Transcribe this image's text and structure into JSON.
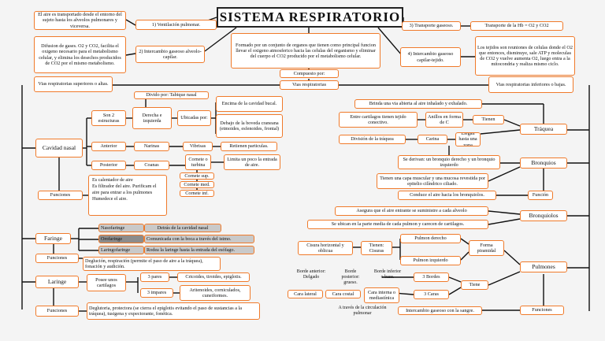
{
  "title": "SISTEMA RESPIRATORIO",
  "top": {
    "transport_text": "El aire es transportado desde el entorno del sujeto hasta los alveolos pulmonares y viceversa.",
    "ventilacion": "1) Ventilación pulmonar.",
    "difusion_text": "Difusion de gases. O2 y CO2, facilita el oxigeno necesario para el metabolismo celular, y elimina los desechos producidos de CO2 por el mismo metabolismo.",
    "intercambio_alveolo": "2) Intercambio gaseoso alveolo- capilar.",
    "formado_text": "Formado por un conjunto de organos que tienen como principal funcion llevar el oxigeno atmosferico hacia las celulas del organismo y eliminar del cuerpo el CO2 producido por el metabolismo celular.",
    "compuesto": "Compuesto por:",
    "transporte_gaseoso": "3) Transporte gaseoso.",
    "hb_text": "Transporte de la Hb = O2 y CO2",
    "intercambio_tejido": "4) Intercambio gaseoso capilar-tejido.",
    "tejidos_text": "Los tejidos son reuniones de celulas donde el O2 que entonces, disminuye, sale ATP y moleculas de CO2 y vuelve aumenta O2, luego entra a la mitocondria y realiza mismo ciclo.",
    "vias_sup": "Vias respiratorias superiores o altas.",
    "vias": "Vias respiratorias",
    "vias_inf": "Vias respiratorias inferiores o bajas."
  },
  "nasal": {
    "dividido": "Divido por: Tabique nasal",
    "cavidad": "Cavidad nasal",
    "son2": "Son 2 estructuras",
    "derecha": "Derecha e izquierda",
    "ubicadas": "Ubicadas por:",
    "encima": "Encima de la cavidad bucal.",
    "debajo": "Debajo de la boveda craneana (etmoides, esfenoides, frontal)",
    "anterior": "Anterior",
    "narinas": "Narinas",
    "vibrisas": "Vibrisas",
    "retienen": "Retienen particulas.",
    "posterior": "Posterior",
    "coanas": "Coanas",
    "cornete_box": "Cornete o turbina",
    "limita": "Limita un poco la entrada de aire.",
    "cornete_sup": "Cornete sup.",
    "cornete_med": "Cornete med.",
    "cornete_inf": "Cornete inf.",
    "funciones": "Funciones",
    "func_items": [
      "Es calentador de aire",
      "Es filtrador del aire. Purificam el aire para entrar a los pulmones",
      "Humedece el aire."
    ]
  },
  "faringe": {
    "label": "Faringe",
    "naso": "Nasofaringe",
    "naso_desc": "Detrás de la cavidad nasal",
    "oro": "Orofaringe",
    "oro_desc": "Comunicada con la boca a través del istmo.",
    "laringo": "Laringofaringe",
    "laringo_desc": "Rodea la laringe hasta la entrada del esófago.",
    "funciones": "Funciones",
    "func_desc": "Deglución, respiración (permite el paso de aire a la tráquea), fonación y audición."
  },
  "laringe": {
    "label": "Laringe",
    "posee": "Posee unos cartilagos",
    "pares3": "3 pares",
    "pares_desc": "Cricoides, tiroides, epiglotis.",
    "impares3": "3 impares",
    "impares_desc": "Aritenoides, corniculados, cuneiformes.",
    "funciones": "Funciones",
    "func_desc": "Deglutoria, protectora (se cierra el epiglotis evitando el paso de sustancias a la tráquea), tusigena y expectorante, fonética."
  },
  "traquea": {
    "brinda": "Brinda una via abierta al aire inhalado y exhalado.",
    "cartilagos": "Entre cartilagos tienen tejido conectivo.",
    "anillos": "Anillos en forma de C",
    "tienen": "Tienen",
    "label": "Tráquea",
    "division": "División de la tráquea",
    "carina": "Carina",
    "llegan": "Llegan hasta una zona",
    "derivan": "Se derivan: un bronquio derecho y un bronquio izquierdo",
    "bronquios": "Bronquios",
    "capa": "Tienen una capa muscular y una mucosa revestida por epitelio cilíndrico ciliado.",
    "conduce": "Conduce el aire hacia los bronquiolos.",
    "funcion": "Función"
  },
  "bronquiolos": {
    "asegura": "Asegura que el aire entrante se suministre a cada alveolo",
    "label": "Bronquiolos",
    "ubican": "Se ubican en la parte media de cada pulmon y carecen de cartilagos."
  },
  "pulmones": {
    "cisura": "Cisura horizontal y oblicua",
    "tienen_cisuras": "Tienen: Cisuras",
    "derecho": "Pulmon derecho",
    "izquierdo": "Pulmon izquierdo",
    "forma": "Forma piramidal",
    "label": "Pulmones",
    "borde_ant": "Borde anterior: Delgado",
    "borde_post": "Borde posterior: grueso.",
    "borde_inf": "Borde inferior o base.",
    "bordes3": "3 Bordes",
    "tiene": "Tiene",
    "cara_lateral": "Cara lateral",
    "cara_costal": "Cara costal",
    "cara_interna": "Cara interna o mediastínica",
    "caras3": "3 Caras",
    "traves": "A través de la circulación pulmonar",
    "intercambio": "Intercambio gaseoso con la sangre.",
    "funciones": "Funciones"
  }
}
